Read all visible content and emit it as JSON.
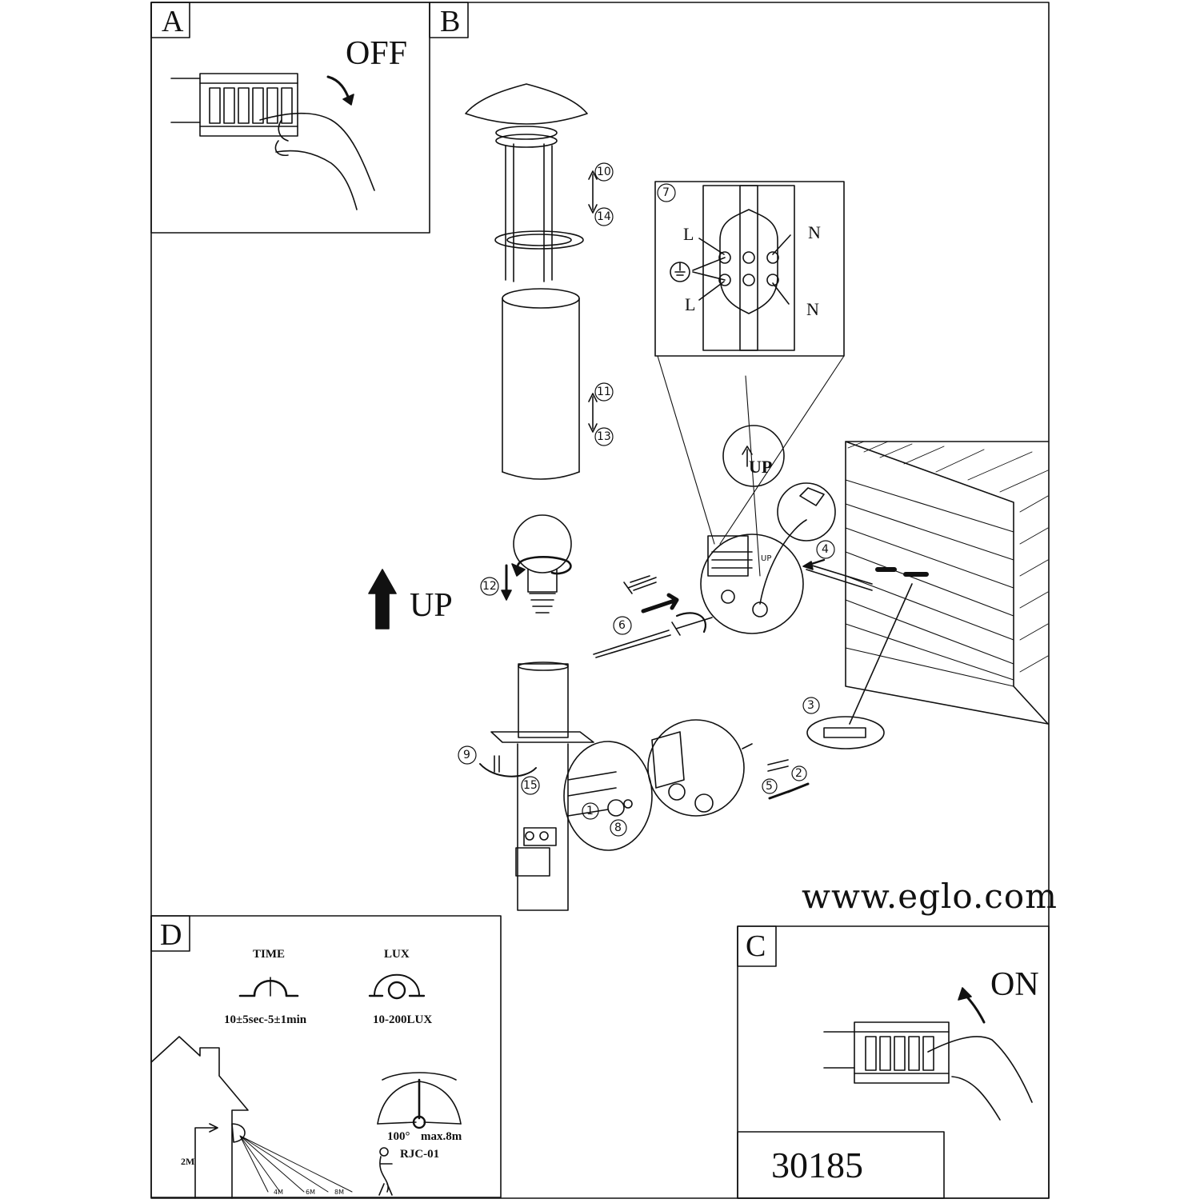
{
  "panels": {
    "a": {
      "letter": "A",
      "off": "OFF"
    },
    "b": {
      "letter": "B",
      "up": "UP",
      "up_badge": "UP",
      "up_plate": "UP"
    },
    "c": {
      "letter": "C",
      "on": "ON"
    },
    "d": {
      "letter": "D",
      "time_title": "TIME",
      "time_range": "10±5sec-5±1min",
      "lux_title": "LUX",
      "lux_range": "10-200LUX",
      "angle": "100°",
      "distance": "max.8m",
      "model": "RJC-01",
      "height": "2M",
      "dist_marks": [
        "4M",
        "6M",
        "8M"
      ]
    }
  },
  "wiring": {
    "labels": [
      "L",
      "N",
      "L",
      "N"
    ]
  },
  "steps": [
    "1",
    "2",
    "3",
    "4",
    "5",
    "6",
    "7",
    "8",
    "9",
    "10",
    "11",
    "12",
    "13",
    "14",
    "15"
  ],
  "website": "www.eglo.com",
  "product_code": "30185"
}
